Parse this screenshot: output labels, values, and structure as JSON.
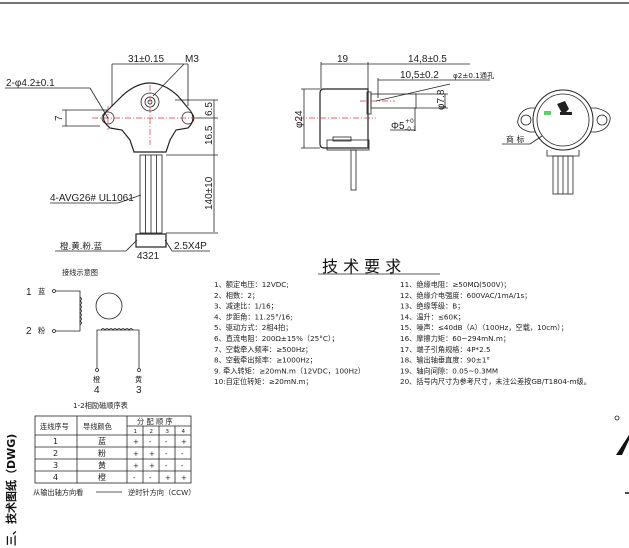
{
  "front_view": {
    "dim_mount_spacing": "31±0.15",
    "dim_screw": "M3",
    "dim_holes": "2-φ4.2±0.1",
    "dim_7": "7",
    "dim_6_5": "6.5",
    "dim_16_5": "16.5",
    "dim_lead_length": "140±10",
    "wire_spec": "4-AVG26# UL1061",
    "wire_colors": "橙.黄.粉.蓝",
    "connector": "2.5X4P",
    "pin_order": "4321"
  },
  "side_view": {
    "dim_19": "19",
    "dim_14_8": "14,8±0.5",
    "dim_10_5": "10,5±0.2",
    "dim_hole": "φ2±0.1通孔",
    "dim_d24": "φ24",
    "dim_d7_8": "φ7.8",
    "dim_shaft": "Φ5",
    "dim_shaft_tol_upper": "+0",
    "dim_shaft_tol_lower": "-0.1"
  },
  "top_view": {
    "trademark_label": "商 标"
  },
  "tech_requirements": {
    "title": "技 术 要 求",
    "items_left": [
      "1、额定电压：12VDC;",
      "2、相数：2；",
      "3、减速比：1/16；",
      "4、步距角：11.25°/16;",
      "5、驱动方式：2相4拍；",
      "6、直流电阻：200Ω±15%（25°C）；",
      "7、空载牵入频率：≥500Hz；",
      "8、空载牵出频率：≥1000Hz；",
      "9. 牵入转矩：≥20mN.m（12VDC，100Hz）",
      "10:自定位转矩：≥20mN.m；"
    ],
    "items_right": [
      "11、绝缘电阻：≥50MΩ(500V)；",
      "12、绝缘介电强度：600VAC/1mA/1s；",
      "13、绝缘等级：B；",
      "14、温升：≤60K；",
      "15、噪声：≤40dB（A）（100Hz，空载，10cm）；",
      "16、摩擦力矩：60~294mN.m；",
      "17、端子引角规格：4P*2.5",
      "18、输出轴垂直度：90±1°",
      "19、轴向间隙：0.05~0.3MM",
      "20、括号内尺寸为参考尺寸，未注公差按GB/T1804-m级。"
    ]
  },
  "wiring": {
    "title": "接线示意图",
    "pin1": "1",
    "pin1_color": "蓝",
    "pin2": "2",
    "pin2_color": "粉",
    "pin4": "4",
    "pin4_color": "橙",
    "pin3": "3",
    "pin3_color": "黄"
  },
  "sequence_table": {
    "title": "1-2相励磁顺序表",
    "headers": {
      "wire_no": "连线序号",
      "wire_color": "导线颜色",
      "sequence": "分 配 顺 序"
    },
    "steps": [
      "1",
      "2",
      "3",
      "4"
    ],
    "rows": [
      {
        "no": "1",
        "color": "蓝",
        "seq": [
          "+",
          "-",
          "-",
          "+"
        ]
      },
      {
        "no": "2",
        "color": "粉",
        "seq": [
          "+",
          "+",
          "-",
          "-"
        ]
      },
      {
        "no": "3",
        "color": "黄",
        "seq": [
          "+",
          "+",
          "-",
          "-"
        ]
      },
      {
        "no": "4",
        "color": "橙",
        "seq": [
          "-",
          "-",
          "+",
          "+"
        ]
      }
    ],
    "note_left": "从输出轴方向看",
    "note_right": "逆时针方向（CCW）"
  },
  "section_heading": "三、技术图纸（DWG)"
}
